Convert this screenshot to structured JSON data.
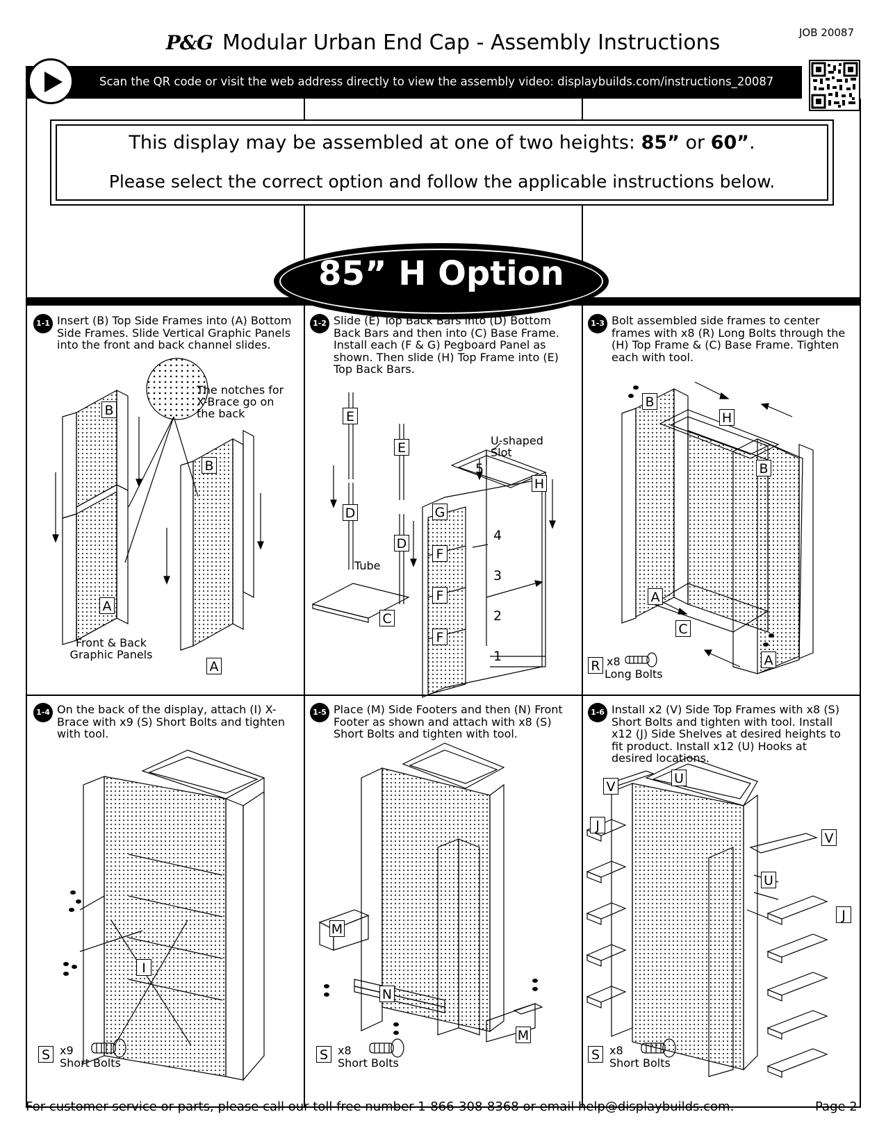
{
  "header": {
    "job": "JOB 20087",
    "brand": "P&G",
    "title": "Modular Urban End Cap - Assembly Instructions"
  },
  "video_bar": {
    "text": "Scan the QR code or visit the web address directly to view the assembly video: displaybuilds.com/instructions_20087",
    "play_icon": "play-icon",
    "qr_icon": "qr-code-icon"
  },
  "notice": {
    "line1_pre": "This display may be assembled at one of two heights: ",
    "h1": "85”",
    "or": " or ",
    "h2": "60”",
    "end": ".",
    "line2": "Please select the correct option and follow the applicable instructions below."
  },
  "option_title": "85” H Option",
  "steps": [
    {
      "badge": "1-1",
      "text": "Insert (B) Top Side Frames into (A) Bottom Side Frames. Slide Vertical Graphic Panels into the front and back channel slides.",
      "callout": "The notches for X-Brace go on the back",
      "caption": "Front & Back Graphic Panels",
      "labels": [
        "B",
        "A",
        "B",
        "A"
      ]
    },
    {
      "badge": "1-2",
      "text": "Slide (E) Top Back Bars into (D) Bottom Back Bars and then into (C) Base Frame. Install each (F & G) Pegboard Panel as shown. Then slide (H) Top Frame into (E) Top Back Bars.",
      "callout": "U-shaped Slot",
      "tube": "Tube",
      "labels": [
        "E",
        "E",
        "D",
        "D",
        "C",
        "G",
        "F",
        "F",
        "F",
        "H"
      ],
      "numbers": [
        "5",
        "4",
        "3",
        "2",
        "1"
      ]
    },
    {
      "badge": "1-3",
      "text": "Bolt assembled side frames to center frames with x8 (R) Long Bolts through the (H) Top Frame & (C) Base Frame. Tighten each with tool.",
      "labels": [
        "B",
        "H",
        "B",
        "A",
        "C",
        "A"
      ],
      "hardware": {
        "letter": "R",
        "qty": "x8",
        "name": "Long Bolts"
      }
    },
    {
      "badge": "1-4",
      "text": "On the back of the display, attach (I) X-Brace with x9 (S) Short Bolts and tighten with tool.",
      "labels": [
        "I"
      ],
      "hardware": {
        "letter": "S",
        "qty": "x9",
        "name": "Short Bolts"
      }
    },
    {
      "badge": "1-5",
      "text": "Place (M) Side Footers and then (N) Front Footer as shown and attach with x8 (S) Short Bolts and tighten with tool.",
      "labels": [
        "M",
        "N",
        "M"
      ],
      "hardware": {
        "letter": "S",
        "qty": "x8",
        "name": "Short Bolts"
      }
    },
    {
      "badge": "1-6",
      "text": "Install x2 (V) Side Top Frames with x8 (S) Short Bolts and tighten with tool. Install x12 (J) Side Shelves at desired heights to fit product. Install x12 (U) Hooks at desired locations.",
      "labels": [
        "V",
        "U",
        "J",
        "V",
        "U",
        "J"
      ],
      "hardware": {
        "letter": "S",
        "qty": "x8",
        "name": "Short Bolts"
      }
    }
  ],
  "footer": {
    "text": "For customer service or parts, please call our toll free number 1-866-308-8368 or email help@displaybuilds.com.",
    "page": "Page 2"
  }
}
